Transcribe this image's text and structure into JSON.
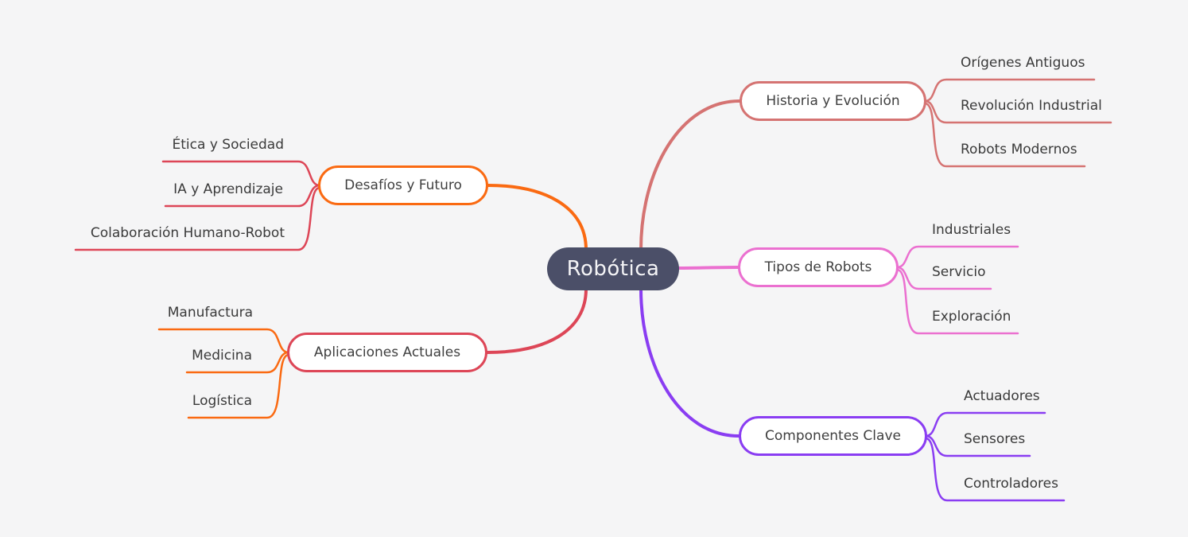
{
  "canvas": {
    "background": "#f5f5f6"
  },
  "root": {
    "label": "Robótica",
    "fill": "#4b4f68",
    "text_color": "#f4f4f6"
  },
  "branches": [
    {
      "label": "Historia y Evolución",
      "color": "#d57372",
      "child_color": "#d57372",
      "children": [
        "Orígenes Antiguos",
        "Revolución Industrial",
        "Robots Modernos"
      ]
    },
    {
      "label": "Tipos de Robots",
      "color": "#eb70d0",
      "child_color": "#eb70d0",
      "children": [
        "Industriales",
        "Servicio",
        "Exploración"
      ]
    },
    {
      "label": "Componentes Clave",
      "color": "#8a3df2",
      "child_color": "#8a3df2",
      "children": [
        "Actuadores",
        "Sensores",
        "Controladores"
      ]
    },
    {
      "label": "Desafíos y Futuro",
      "color": "#fa6a12",
      "child_color": "#dd4657",
      "children": [
        "Ética y Sociedad",
        "IA y Aprendizaje",
        "Colaboración Humano-Robot"
      ]
    },
    {
      "label": "Aplicaciones Actuales",
      "color": "#dd4657",
      "child_color": "#fa6a12",
      "children": [
        "Manufactura",
        "Medicina",
        "Logística"
      ]
    }
  ]
}
